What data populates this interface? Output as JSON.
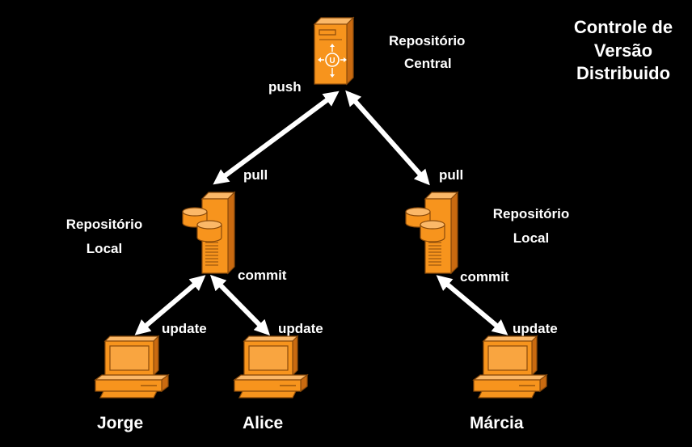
{
  "title": [
    "Controle de",
    "Versão",
    "Distribuido"
  ],
  "central_repo": {
    "line1": "Repositório",
    "line2": "Central"
  },
  "local_repo_left": {
    "line1": "Repositório",
    "line2": "Local"
  },
  "local_repo_right": {
    "line1": "Repositório",
    "line2": "Local"
  },
  "edges": {
    "push": "push",
    "pull_left": "pull",
    "pull_right": "pull",
    "commit_left": "commit",
    "commit_right": "commit",
    "update_jorge": "update",
    "update_alice": "update",
    "update_marcia": "update"
  },
  "users": [
    "Jorge",
    "Alice",
    "Márcia"
  ],
  "colors": {
    "background": "#000000",
    "node_fill": "#F7941D",
    "node_stroke": "#8A4A0A",
    "arrow": "#ffffff",
    "text": "#ffffff"
  },
  "icons": {
    "central": "server-tower-icon",
    "local": "database-server-icon",
    "client": "desktop-computer-icon"
  }
}
